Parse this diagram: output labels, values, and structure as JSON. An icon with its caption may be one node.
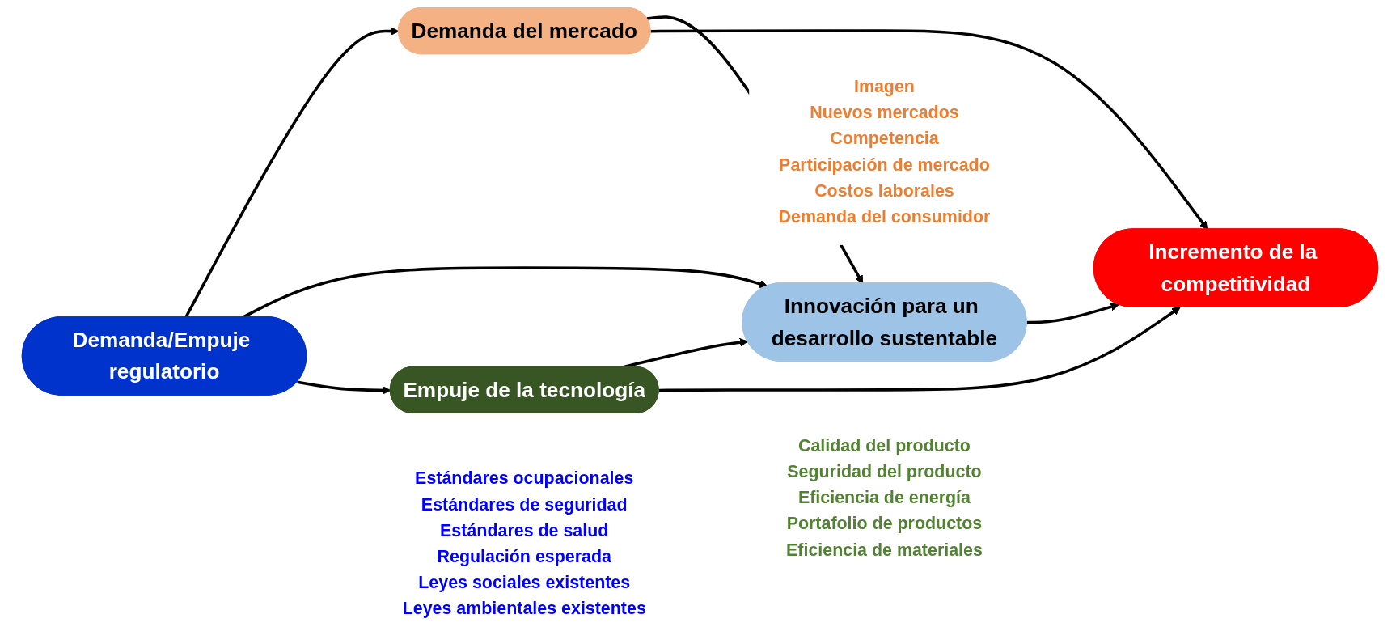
{
  "diagram": {
    "nodes": [
      {
        "text": [
          "Demanda del mercado"
        ],
        "beside": [
          "Imagen",
          "Nuevos mercados",
          "Competencia",
          "Participación de mercado",
          "Costos laborales",
          "Demanda del consumidor"
        ]
      },
      {
        "text": [
          "Demanda/Empuje regulatorio"
        ],
        "beside": [
          "Estándares ocupacionales",
          "Estándares de seguridad",
          "Estándares de salud",
          "Regulación esperada",
          "Leyes sociales existentes",
          "Leyes ambientales existentes"
        ]
      },
      {
        "text": [
          "Innovación para un desarrollo sustentable"
        ]
      },
      {
        "text": [
          "Empuje de la tecnología"
        ],
        "beside": [
          "Calidad del producto",
          "Seguridad del producto",
          "Eficiencia de energía",
          "Portafolio de productos",
          "Eficiencia de materiales"
        ]
      },
      {
        "text": [
          "Incremento de la competitividad"
        ]
      }
    ],
    "edges": [
      {
        "from": 1,
        "to": 0,
        "arrow": "to"
      },
      {
        "from": 1,
        "to": 2,
        "arrow": "to"
      },
      {
        "from": 1,
        "to": 3,
        "arrow": "to"
      },
      {
        "from": 0,
        "to": 2,
        "arrow": "to"
      },
      {
        "from": 3,
        "to": 2,
        "arrow": "to"
      },
      {
        "from": 0,
        "to": 4,
        "arrow": "to"
      },
      {
        "from": 2,
        "to": 4,
        "arrow": "to"
      },
      {
        "from": 3,
        "to": 4,
        "arrow": "to"
      }
    ]
  }
}
